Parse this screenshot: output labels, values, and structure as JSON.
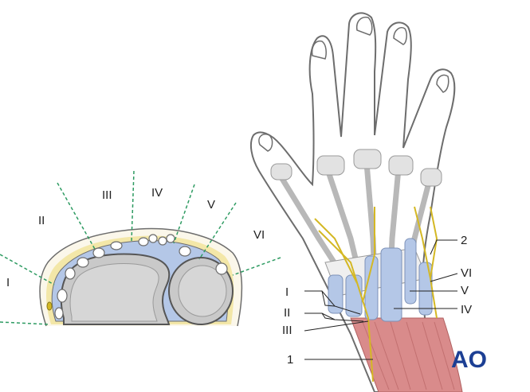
{
  "cross_section": {
    "compartment_labels": [
      "I",
      "II",
      "III",
      "IV",
      "V",
      "VI"
    ]
  },
  "hand_view": {
    "left_labels": [
      "I",
      "II",
      "III"
    ],
    "right_labels": [
      "VI",
      "V",
      "IV"
    ],
    "callouts": [
      "1",
      "2"
    ]
  },
  "logo": {
    "text": "AO"
  },
  "colors": {
    "tendon_sheath": "#b4c7e7",
    "nerve": "#d4b824",
    "bone": "#c9c9c9",
    "muscle": "#d98b8b",
    "skin_outline": "#6d6d6d",
    "compartment_line": "#2e9b62",
    "logo": "#1c3f94"
  }
}
